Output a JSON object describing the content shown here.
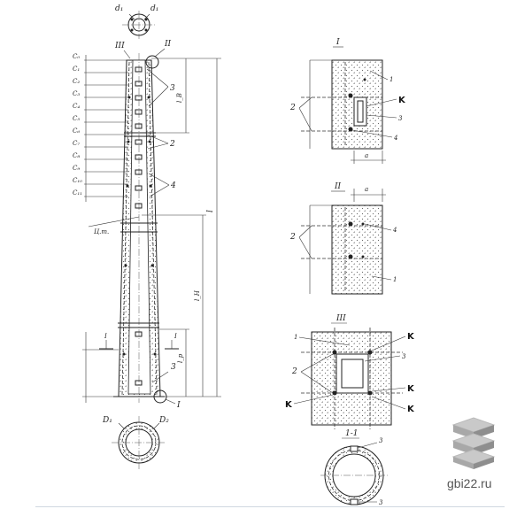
{
  "top_section": {
    "d1_label": "d₁",
    "d1_left_label": "d₁"
  },
  "column": {
    "callouts": {
      "iii": "III",
      "ii": "II",
      "i": "I",
      "three_top": "3",
      "two_mid": "2",
      "four_mid": "4",
      "three_bot": "3"
    },
    "c_labels": [
      "C₀",
      "C₁",
      "C₂",
      "C₃",
      "C₄",
      "C₅",
      "C₆",
      "C₇",
      "C₈",
      "C₉",
      "C₁₀",
      "C₁₁"
    ],
    "dims": {
      "lb": "l_B",
      "total": "l",
      "lh": "l_H",
      "lp": "l_p",
      "ct": "Ц.т."
    },
    "section_mark": "I"
  },
  "bottom_section": {
    "d1": "D₁",
    "d2": "D₂"
  },
  "detail_i": {
    "title": "I",
    "labels": {
      "one": "1",
      "two": "2",
      "three": "3",
      "four": "4",
      "k": "K",
      "a": "a"
    }
  },
  "detail_ii": {
    "title": "II",
    "labels": {
      "a": "a",
      "two": "2",
      "four": "4",
      "one": "1"
    }
  },
  "detail_iii": {
    "title": "III",
    "labels": {
      "one": "1",
      "two": "2",
      "three": "3",
      "k": "K"
    }
  },
  "section_11": {
    "title": "1-1",
    "labels": {
      "three_top": "3",
      "three_bot": "3"
    }
  },
  "watermark": {
    "text": "gbi22.ru"
  }
}
